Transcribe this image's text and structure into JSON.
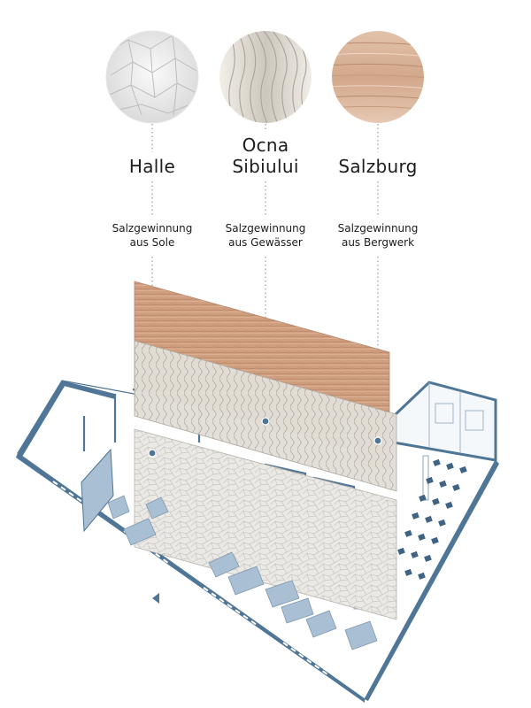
{
  "locations": [
    {
      "id": "halle",
      "name_lines": [
        "Halle"
      ],
      "method_lines": [
        "Salzgewinnung",
        "aus Sole"
      ],
      "texture_icon": "white-salt-crystal-texture",
      "texture_color": "#eeeeee"
    },
    {
      "id": "ocna",
      "name_lines": [
        "Ocna",
        "Sibiului"
      ],
      "method_lines": [
        "Salzgewinnung",
        "aus Gewässer"
      ],
      "texture_icon": "wavy-salt-ridge-texture",
      "texture_color": "#e3ded6"
    },
    {
      "id": "salzburg",
      "name_lines": [
        "Salzburg"
      ],
      "method_lines": [
        "Salzgewinnung",
        "aus Bergwerk"
      ],
      "texture_icon": "layered-rock-salt-texture",
      "texture_color": "#d9b59b"
    }
  ],
  "colors": {
    "wall_outline": "#4f7696",
    "furniture": "#a9bfd3",
    "seats": "#3e6384",
    "rock_panel": "#cf9e7e",
    "wave_panel": "#dedad3",
    "crystal_panel": "#e7e5e1"
  }
}
